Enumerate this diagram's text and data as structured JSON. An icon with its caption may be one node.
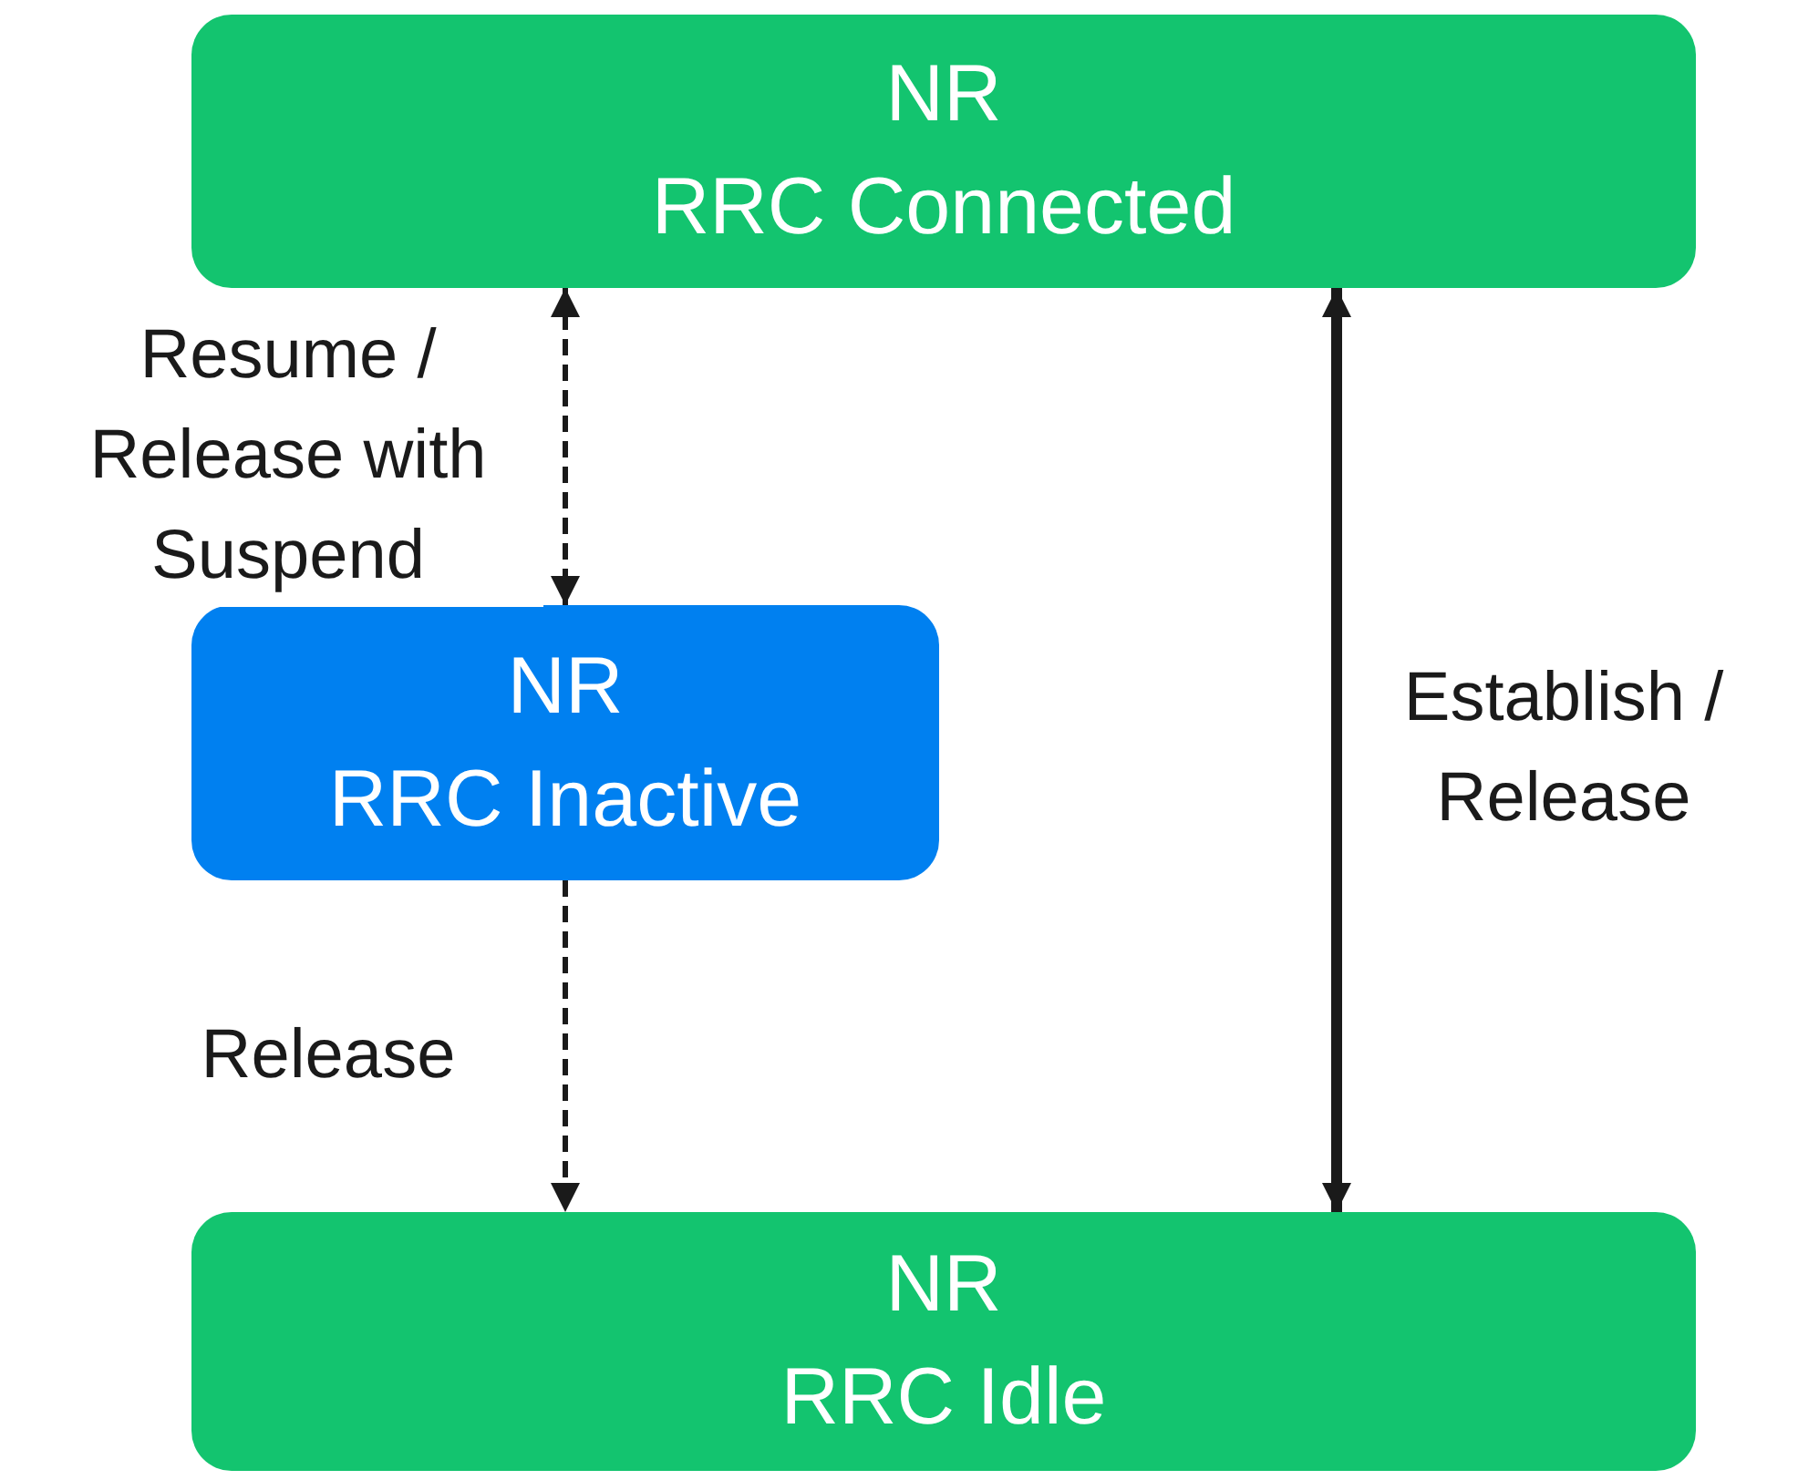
{
  "diagram": {
    "nodes": [
      {
        "text": [
          "NR",
          "RRC Connected"
        ]
      },
      {
        "text": [
          "NR",
          "RRC Inactive"
        ]
      },
      {
        "text": [
          "NR",
          "RRC Idle"
        ]
      }
    ],
    "edges": [
      {
        "from": 0,
        "to": 1,
        "arrow": "both",
        "style": "dashed",
        "label": "Resume / Release with Suspend"
      },
      {
        "from": 1,
        "to": 2,
        "arrow": "to",
        "style": "dashed",
        "label": "Release"
      },
      {
        "from": 0,
        "to": 2,
        "arrow": "both",
        "style": "thick",
        "label": "Establish / Release"
      }
    ]
  }
}
